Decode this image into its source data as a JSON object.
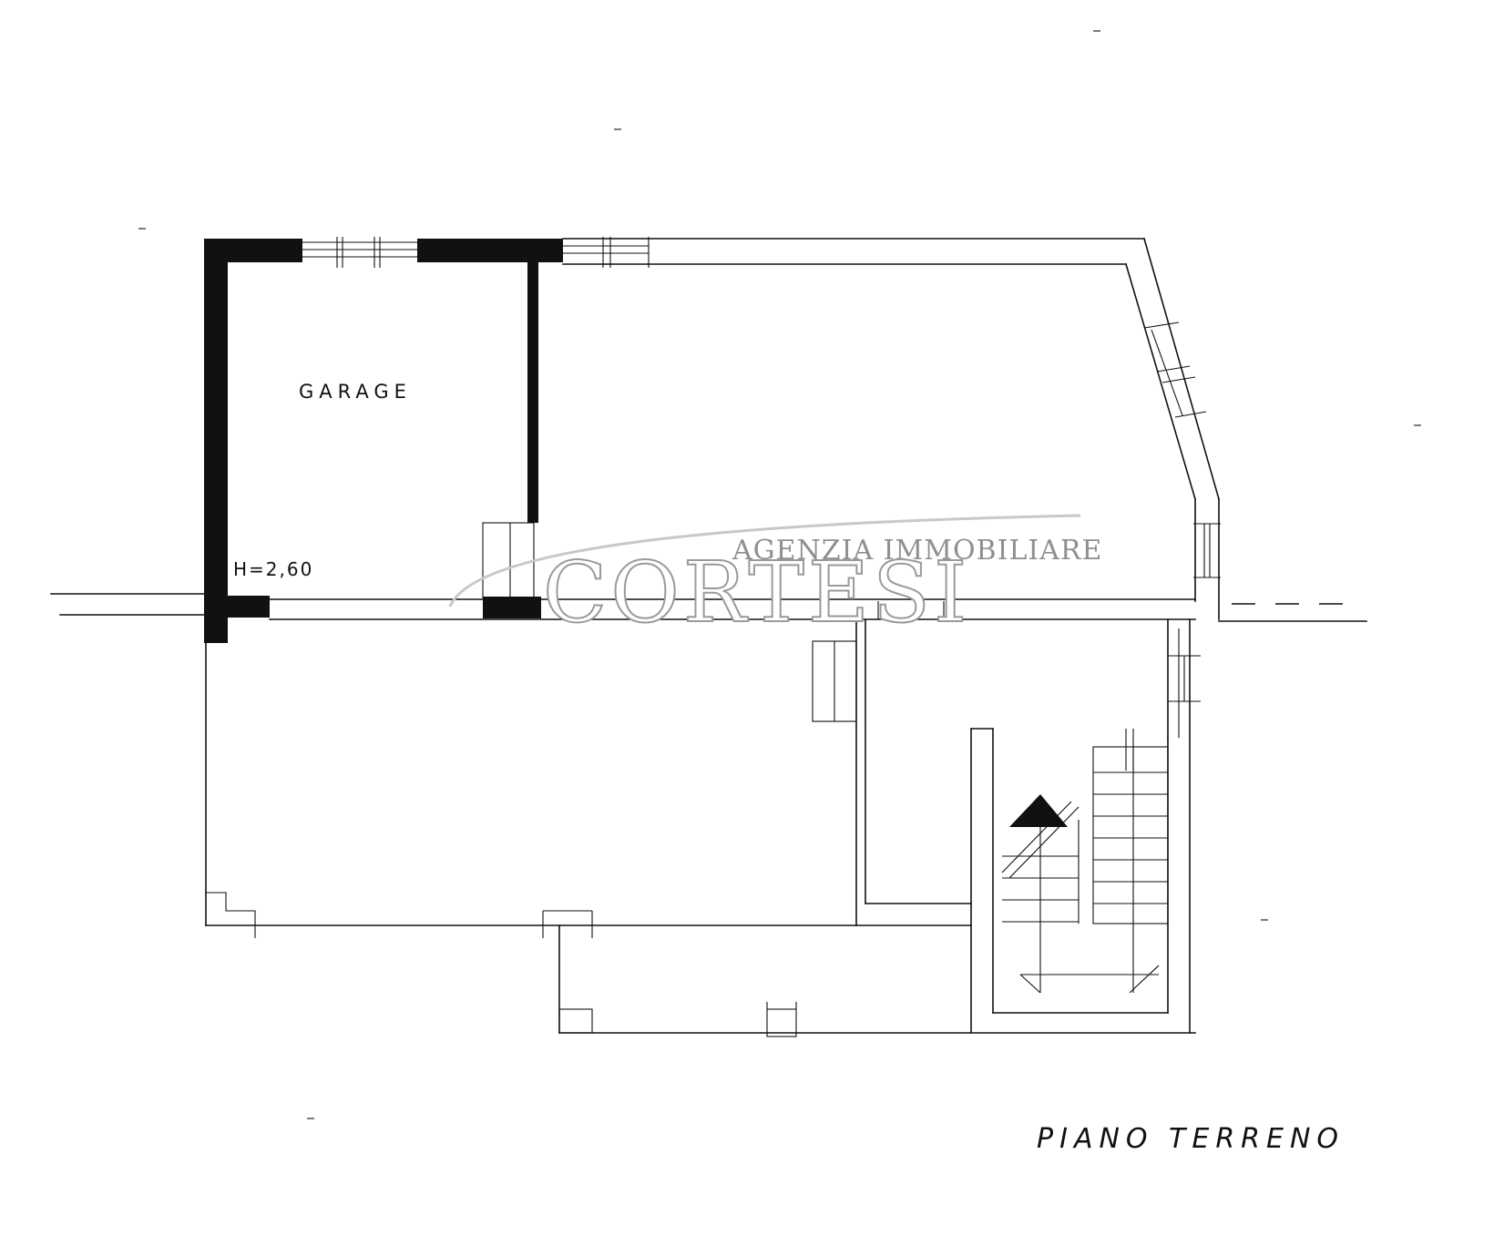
{
  "drawing": {
    "title": "PIANO TERRENO",
    "rooms": [
      {
        "label": "GARAGE"
      }
    ],
    "height_note": "H=2,60"
  },
  "watermark": {
    "line1": "AGENZIA IMMOBILIARE",
    "line2": "CORTESI"
  },
  "colors": {
    "ink": "#111111",
    "watermark": "#9a9a9a",
    "background": "#ffffff"
  }
}
